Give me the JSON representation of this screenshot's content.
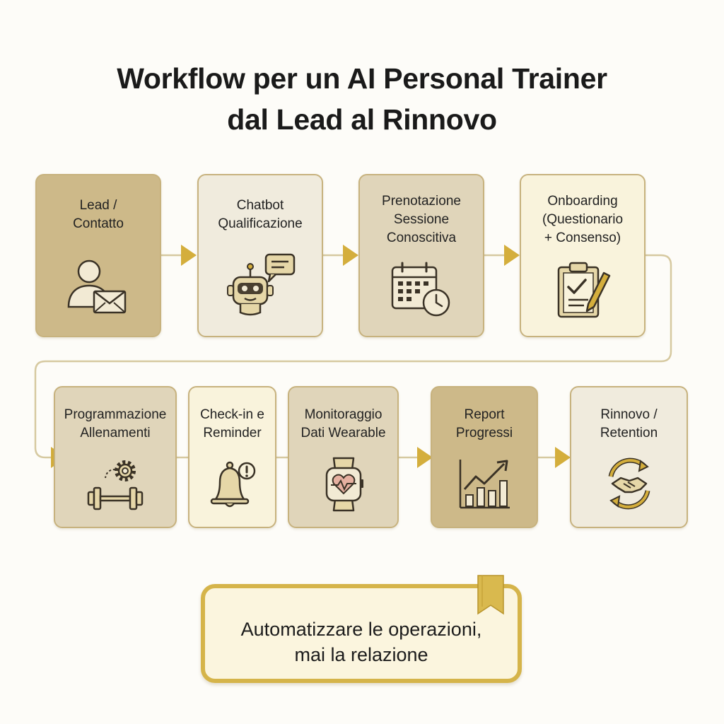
{
  "title": {
    "line1": "Workflow per un AI Personal Trainer",
    "line2": "dal Lead al Rinnovo"
  },
  "colors": {
    "accent": "#d4ae3c",
    "border": "#c7b27e",
    "connector": "#d6c9a0",
    "icon_stroke": "#3a3226"
  },
  "steps": [
    {
      "lines": [
        "Lead /",
        "Contatto"
      ],
      "icon": "user-envelope-icon"
    },
    {
      "lines": [
        "Chatbot",
        "Qualificazione"
      ],
      "icon": "chatbot-robot-icon"
    },
    {
      "lines": [
        "Prenotazione",
        "Sessione",
        "Conoscitiva"
      ],
      "icon": "calendar-clock-icon"
    },
    {
      "lines": [
        "Onboarding",
        "(Questionario",
        "+ Consenso)"
      ],
      "icon": "clipboard-check-icon"
    },
    {
      "lines": [
        "Programmazione",
        "Allenamenti"
      ],
      "icon": "dumbbell-gear-icon"
    },
    {
      "lines": [
        "Check-in e",
        "Reminder"
      ],
      "icon": "bell-alert-icon"
    },
    {
      "lines": [
        "Monitoraggio",
        "Dati Wearable"
      ],
      "icon": "smartwatch-heart-icon"
    },
    {
      "lines": [
        "Report",
        "Progressi"
      ],
      "icon": "growth-chart-icon"
    },
    {
      "lines": [
        "Rinnovo /",
        "Retention"
      ],
      "icon": "handshake-cycle-icon"
    }
  ],
  "banner": {
    "line1": "Automatizzare le operazioni,",
    "line2": "mai la relazione"
  }
}
